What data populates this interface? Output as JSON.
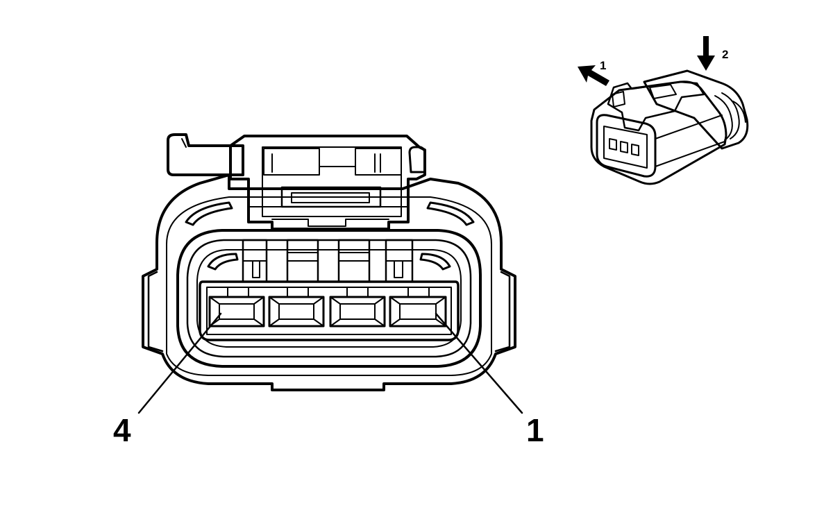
{
  "labels": {
    "pin_left": "4",
    "pin_right": "1"
  },
  "inset": {
    "arrow_release_label": "1",
    "arrow_press_label": "2"
  },
  "colors": {
    "line": "#000000",
    "background": "#ffffff"
  }
}
